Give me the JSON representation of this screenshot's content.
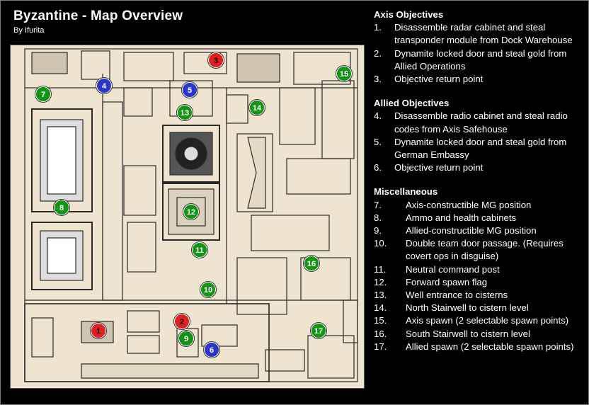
{
  "header": {
    "title": "Byzantine - Map Overview",
    "author": "By Ifurita"
  },
  "colors": {
    "axis": "#e02020",
    "allied_neutral": "#149414",
    "allied": "#2b37c9",
    "map_bg": "#efe4cf"
  },
  "markers": [
    {
      "id": "1",
      "label": "1",
      "color": "red"
    },
    {
      "id": "2",
      "label": "2",
      "color": "red"
    },
    {
      "id": "3",
      "label": "3",
      "color": "red"
    },
    {
      "id": "4",
      "label": "4",
      "color": "blue"
    },
    {
      "id": "5",
      "label": "5",
      "color": "blue"
    },
    {
      "id": "6",
      "label": "6",
      "color": "blue"
    },
    {
      "id": "7",
      "label": "7",
      "color": "green"
    },
    {
      "id": "8",
      "label": "8",
      "color": "green"
    },
    {
      "id": "9",
      "label": "9",
      "color": "green"
    },
    {
      "id": "10",
      "label": "10",
      "color": "green"
    },
    {
      "id": "11",
      "label": "11",
      "color": "green"
    },
    {
      "id": "12",
      "label": "12",
      "color": "green"
    },
    {
      "id": "13",
      "label": "13",
      "color": "green"
    },
    {
      "id": "14",
      "label": "14",
      "color": "green"
    },
    {
      "id": "15",
      "label": "15",
      "color": "green"
    },
    {
      "id": "16",
      "label": "16",
      "color": "green"
    },
    {
      "id": "17",
      "label": "17",
      "color": "green"
    }
  ],
  "legend": {
    "axis": {
      "heading": "Axis Objectives",
      "items": [
        {
          "num": "1.",
          "text": "Disassemble radar cabinet and steal transponder module from Dock Warehouse"
        },
        {
          "num": "2.",
          "text": "Dynamite locked door and steal gold from Allied Operations"
        },
        {
          "num": "3.",
          "text": "Objective return point"
        }
      ]
    },
    "allied": {
      "heading": "Allied Objectives",
      "items": [
        {
          "num": "4.",
          "text": "Disassemble radio cabinet and steal radio codes from Axis Safehouse"
        },
        {
          "num": "5.",
          "text": "Dynamite locked door and steal gold from German Embassy"
        },
        {
          "num": "6.",
          "text": "Objective return point"
        }
      ]
    },
    "misc": {
      "heading": "Miscellaneous",
      "items": [
        {
          "num": "7.",
          "text": "Axis-constructible MG position"
        },
        {
          "num": "8.",
          "text": "Ammo and health cabinets"
        },
        {
          "num": "9.",
          "text": "Allied-constructible MG position"
        },
        {
          "num": "10.",
          "text": "Double team door passage. (Requires covert ops in disguise)"
        },
        {
          "num": "11.",
          "text": "Neutral command post"
        },
        {
          "num": "12.",
          "text": "Forward spawn flag"
        },
        {
          "num": "13.",
          "text": "Well entrance to cisterns"
        },
        {
          "num": "14.",
          "text": "North Stairwell to cistern level"
        },
        {
          "num": "15.",
          "text": "Axis spawn (2 selectable spawn points)"
        },
        {
          "num": "16.",
          "text": "South Stairwell to cistern level"
        },
        {
          "num": "17.",
          "text": "Allied spawn (2 selectable spawn points)"
        }
      ]
    }
  }
}
